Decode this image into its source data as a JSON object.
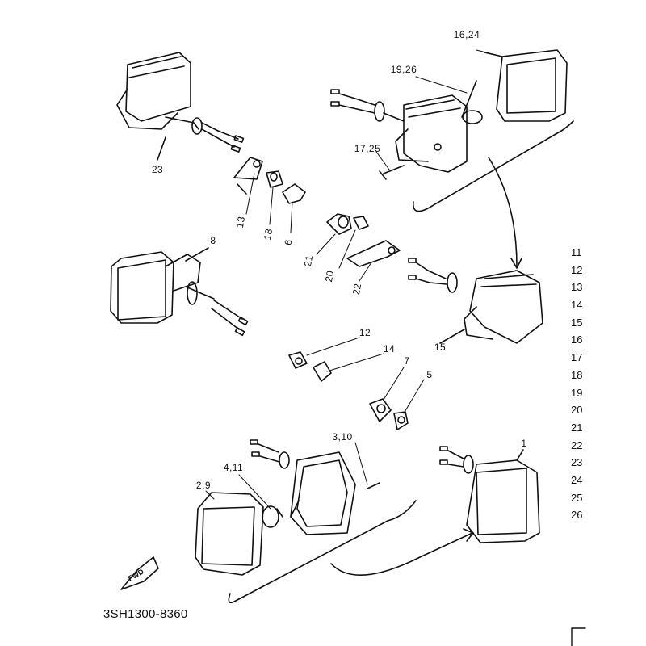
{
  "callouts": {
    "c16_24": "16,24",
    "c19_26": "19,26",
    "c17_25": "17,25",
    "c23": "23",
    "c13": "13",
    "c18": "18",
    "c6": "6",
    "c8": "8",
    "c21": "21",
    "c20": "20",
    "c22": "22",
    "c15": "15",
    "c12": "12",
    "c14": "14",
    "c7": "7",
    "c5": "5",
    "c3_10": "3,10",
    "c4_11": "4,11",
    "c1": "1",
    "c2_9": "2,9"
  },
  "fwd_label": "FWD",
  "diagram_code": "3SH1300-8360",
  "parts_index_column": [
    "11",
    "12",
    "13",
    "14",
    "15",
    "16",
    "17",
    "18",
    "19",
    "20",
    "21",
    "22",
    "23",
    "24",
    "25",
    "26"
  ]
}
